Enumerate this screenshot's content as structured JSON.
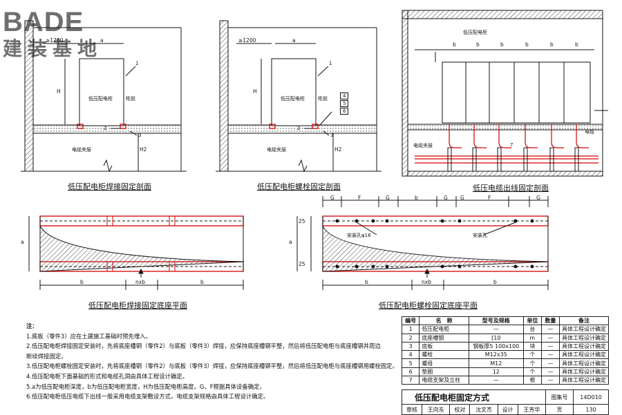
{
  "logo": {
    "en": "BADE",
    "cn": "建装基地"
  },
  "sections": {
    "welded": {
      "title": "低压配电柜焊接固定剖面",
      "cabinet": "低压配电柜",
      "front": "柜前",
      "basement": "电缆夹层",
      "dims": {
        "width": "≥1200",
        "a": "a",
        "h": "H",
        "h2": "H2"
      },
      "callouts": [
        "1",
        "2",
        "3"
      ]
    },
    "bolted": {
      "title": "低压配电柜螺栓固定剖面",
      "cabinet": "低压配电柜",
      "front": "柜前",
      "basement": "电缆夹层",
      "dims": {
        "width": "≥1200",
        "a": "a",
        "h": "H",
        "h2": "H2"
      },
      "callouts": [
        "1",
        "2",
        "3",
        "4",
        "5",
        "6"
      ]
    },
    "cable": {
      "title": "低压电缆出线固定剖面",
      "cabinet": "低压配电柜",
      "cable": "电缆",
      "basement": "电缆夹层",
      "b_labels": [
        "b",
        "b",
        "b",
        "b",
        "b",
        "b"
      ],
      "callout": "7"
    }
  },
  "plans": {
    "welded": {
      "title": "低压配电柜焊接固定底座平面",
      "a": "a",
      "b_left": "b",
      "b_right": "b",
      "nxb": "nxb"
    },
    "bolted": {
      "title": "低压配电柜螺栓固定底座平面",
      "a": "a",
      "top_dims": [
        "G",
        "F",
        "G",
        "b",
        "G",
        "G",
        "F",
        "G"
      ],
      "side_dims": [
        "25",
        "25"
      ],
      "hole_left": "安装孔φ16",
      "hole_right": "安装孔",
      "b_left": "b",
      "b_right": "b",
      "nxb": "nxb"
    }
  },
  "notes": {
    "heading": "注：",
    "items": [
      "1.底板（零件3）应在土建施工基础时预先埋入。",
      "2.低压配电柜焊接固定安装时，先将底座槽钢（零件2）与底板（零件3）焊接，应保持底座槽钢平整，然后将低压配电柜与底座槽钢并周边",
      "   断续焊接固定。",
      "3.低压配电柜螺栓固定安装时，先将底座槽钢（零件2）与底板（零件3）焊接，应保持底座槽钢平整，然后将低压配电柜与底座槽钢用螺栓固定。",
      "4.低压配电柜下面基础的形式和电缆孔洞由具体工程设计确定。",
      "5.a为低压配电柜深度，b为低压配电柜宽度，H为低压配电柜高度。G、F根据具体设备确定。",
      "6.低压配电柜低压电缆下出线一般采用电缆支架敷设方式，电缆支架规格由具体工程设计确定。"
    ]
  },
  "materials": {
    "headers": [
      "编号",
      "名　称",
      "型号及规格",
      "单位",
      "数量",
      "备注"
    ],
    "rows": [
      [
        "1",
        "低压配电柜",
        "—",
        "台",
        "—",
        "具体工程设计确定"
      ],
      [
        "2",
        "底座槽钢",
        "[10",
        "m",
        "—",
        "具体工程设计确定"
      ],
      [
        "3",
        "底板",
        "钢板厚5 100x100",
        "块",
        "—",
        "具体工程设计确定"
      ],
      [
        "4",
        "螺栓",
        "M12x35",
        "个",
        "—",
        "具体工程设计确定"
      ],
      [
        "5",
        "螺母",
        "M12",
        "个",
        "—",
        "具体工程设计确定"
      ],
      [
        "6",
        "垫圈",
        "12",
        "个",
        "—",
        "具体工程设计确定"
      ],
      [
        "7",
        "电缆支架及立柱",
        "—",
        "根",
        "—",
        "具体工程设计确定"
      ]
    ]
  },
  "title_block": {
    "title": "低压配电柜固定方式",
    "atlas_label": "图集号",
    "atlas_no": "14D010",
    "review": "审核",
    "reviewer": "王向东",
    "check": "校对",
    "checker": "沈文杰",
    "design": "设计",
    "designer": "王芳华",
    "page_label": "页",
    "page_no": "130"
  },
  "colors": {
    "line": "#111111",
    "highlight": "#d40000",
    "hatch": "#555555"
  }
}
